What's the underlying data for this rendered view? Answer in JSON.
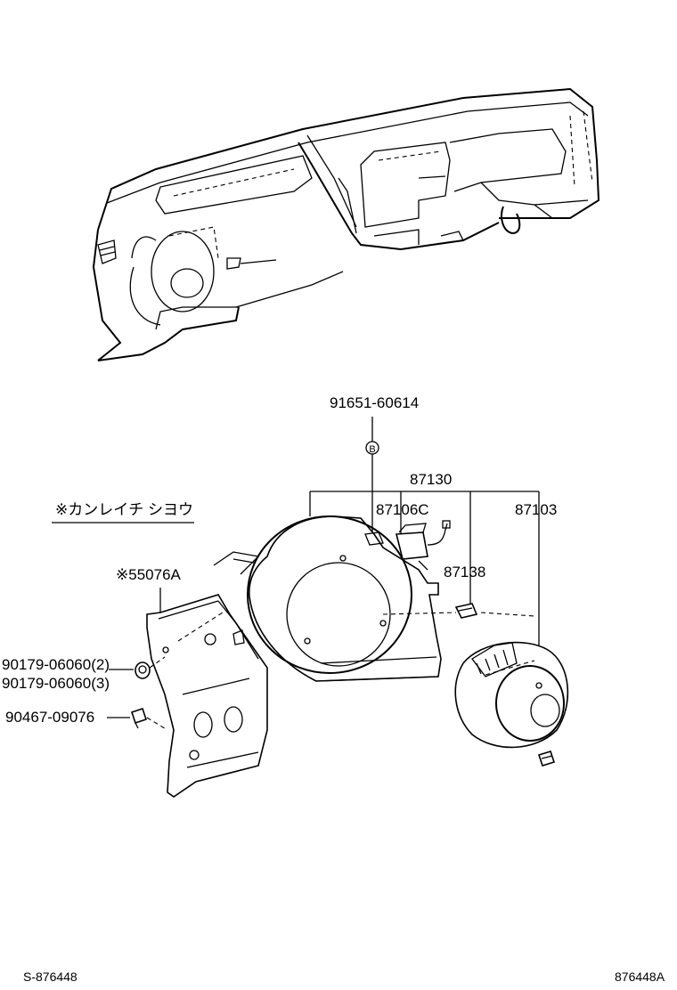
{
  "note": "※カンレイチ シヨウ",
  "labels": {
    "p_91651": "91651-60614",
    "p_87130": "87130",
    "p_87106c": "87106C",
    "p_87103": "87103",
    "p_87138": "87138",
    "p_55076a": "※55076A",
    "p_90179a": "90179-06060(2)",
    "p_90179b": "90179-06060(3)",
    "p_90467": "90467-09076"
  },
  "footer": {
    "left": "S-876448",
    "right": "876448A"
  }
}
